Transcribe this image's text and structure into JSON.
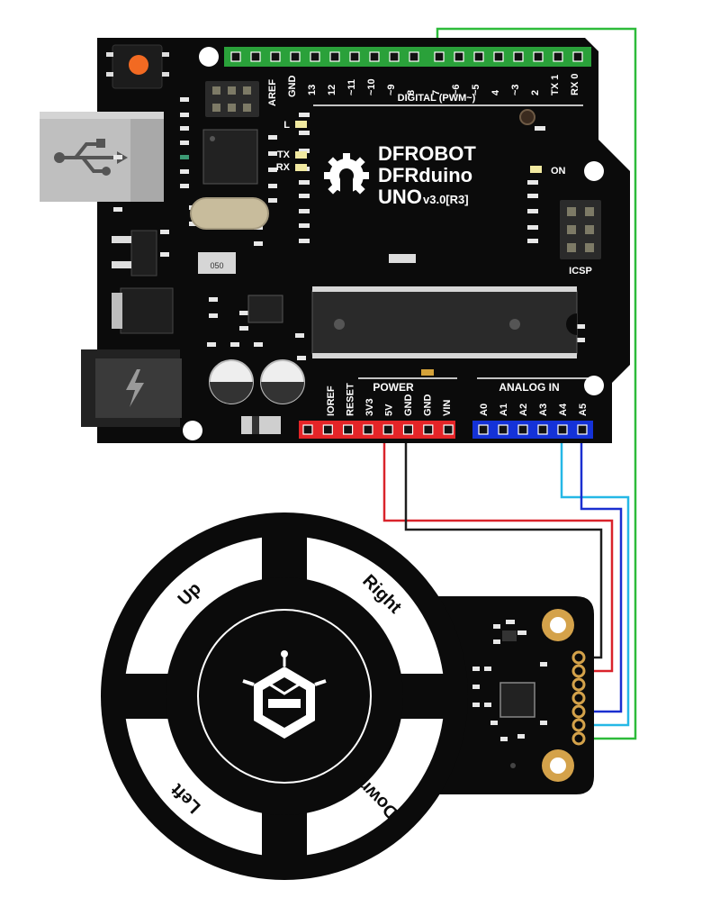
{
  "board": {
    "brand": "DFROBOT",
    "model": "DFRduino",
    "variant": "UNO",
    "version": "v3.0[R3]",
    "digital_label": "DIGITAL (PWM~)",
    "aref_label": "AREF",
    "gnd_label": "GND",
    "digital_pins": [
      "13",
      "12",
      "~11",
      "~10",
      "~9",
      "8",
      "7",
      "~6",
      "~5",
      "4",
      "~3",
      "2",
      "TX 1",
      "RX 0"
    ],
    "led_l": "L",
    "led_tx": "TX",
    "led_rx": "RX",
    "on_label": "ON",
    "icsp_label": "ICSP",
    "fuse_label": "050",
    "power_label": "POWER",
    "power_pins": [
      "IOREF",
      "RESET",
      "3V3",
      "5V",
      "GND",
      "GND",
      "VIN"
    ],
    "analog_label": "ANALOG IN",
    "analog_pins": [
      "A0",
      "A1",
      "A2",
      "A3",
      "A4",
      "A5"
    ],
    "icons": [
      "usb-icon",
      "power-bolt-icon",
      "dfrobot-gear-logo"
    ]
  },
  "sensor": {
    "pads": [
      "Up",
      "Right",
      "Left",
      "Down"
    ],
    "icons": [
      "dfrobot-robot-logo"
    ]
  },
  "wires": {
    "5v": "#d9232b",
    "gnd": "#1e1e1e",
    "a4": "#25b8e6",
    "a5": "#1a2fd0",
    "d7": "#2dbb3a"
  },
  "colors": {
    "board": "#0b0b0b",
    "header_green": "#2aa13a",
    "header_red": "#e42427",
    "header_blue": "#1432d8"
  }
}
